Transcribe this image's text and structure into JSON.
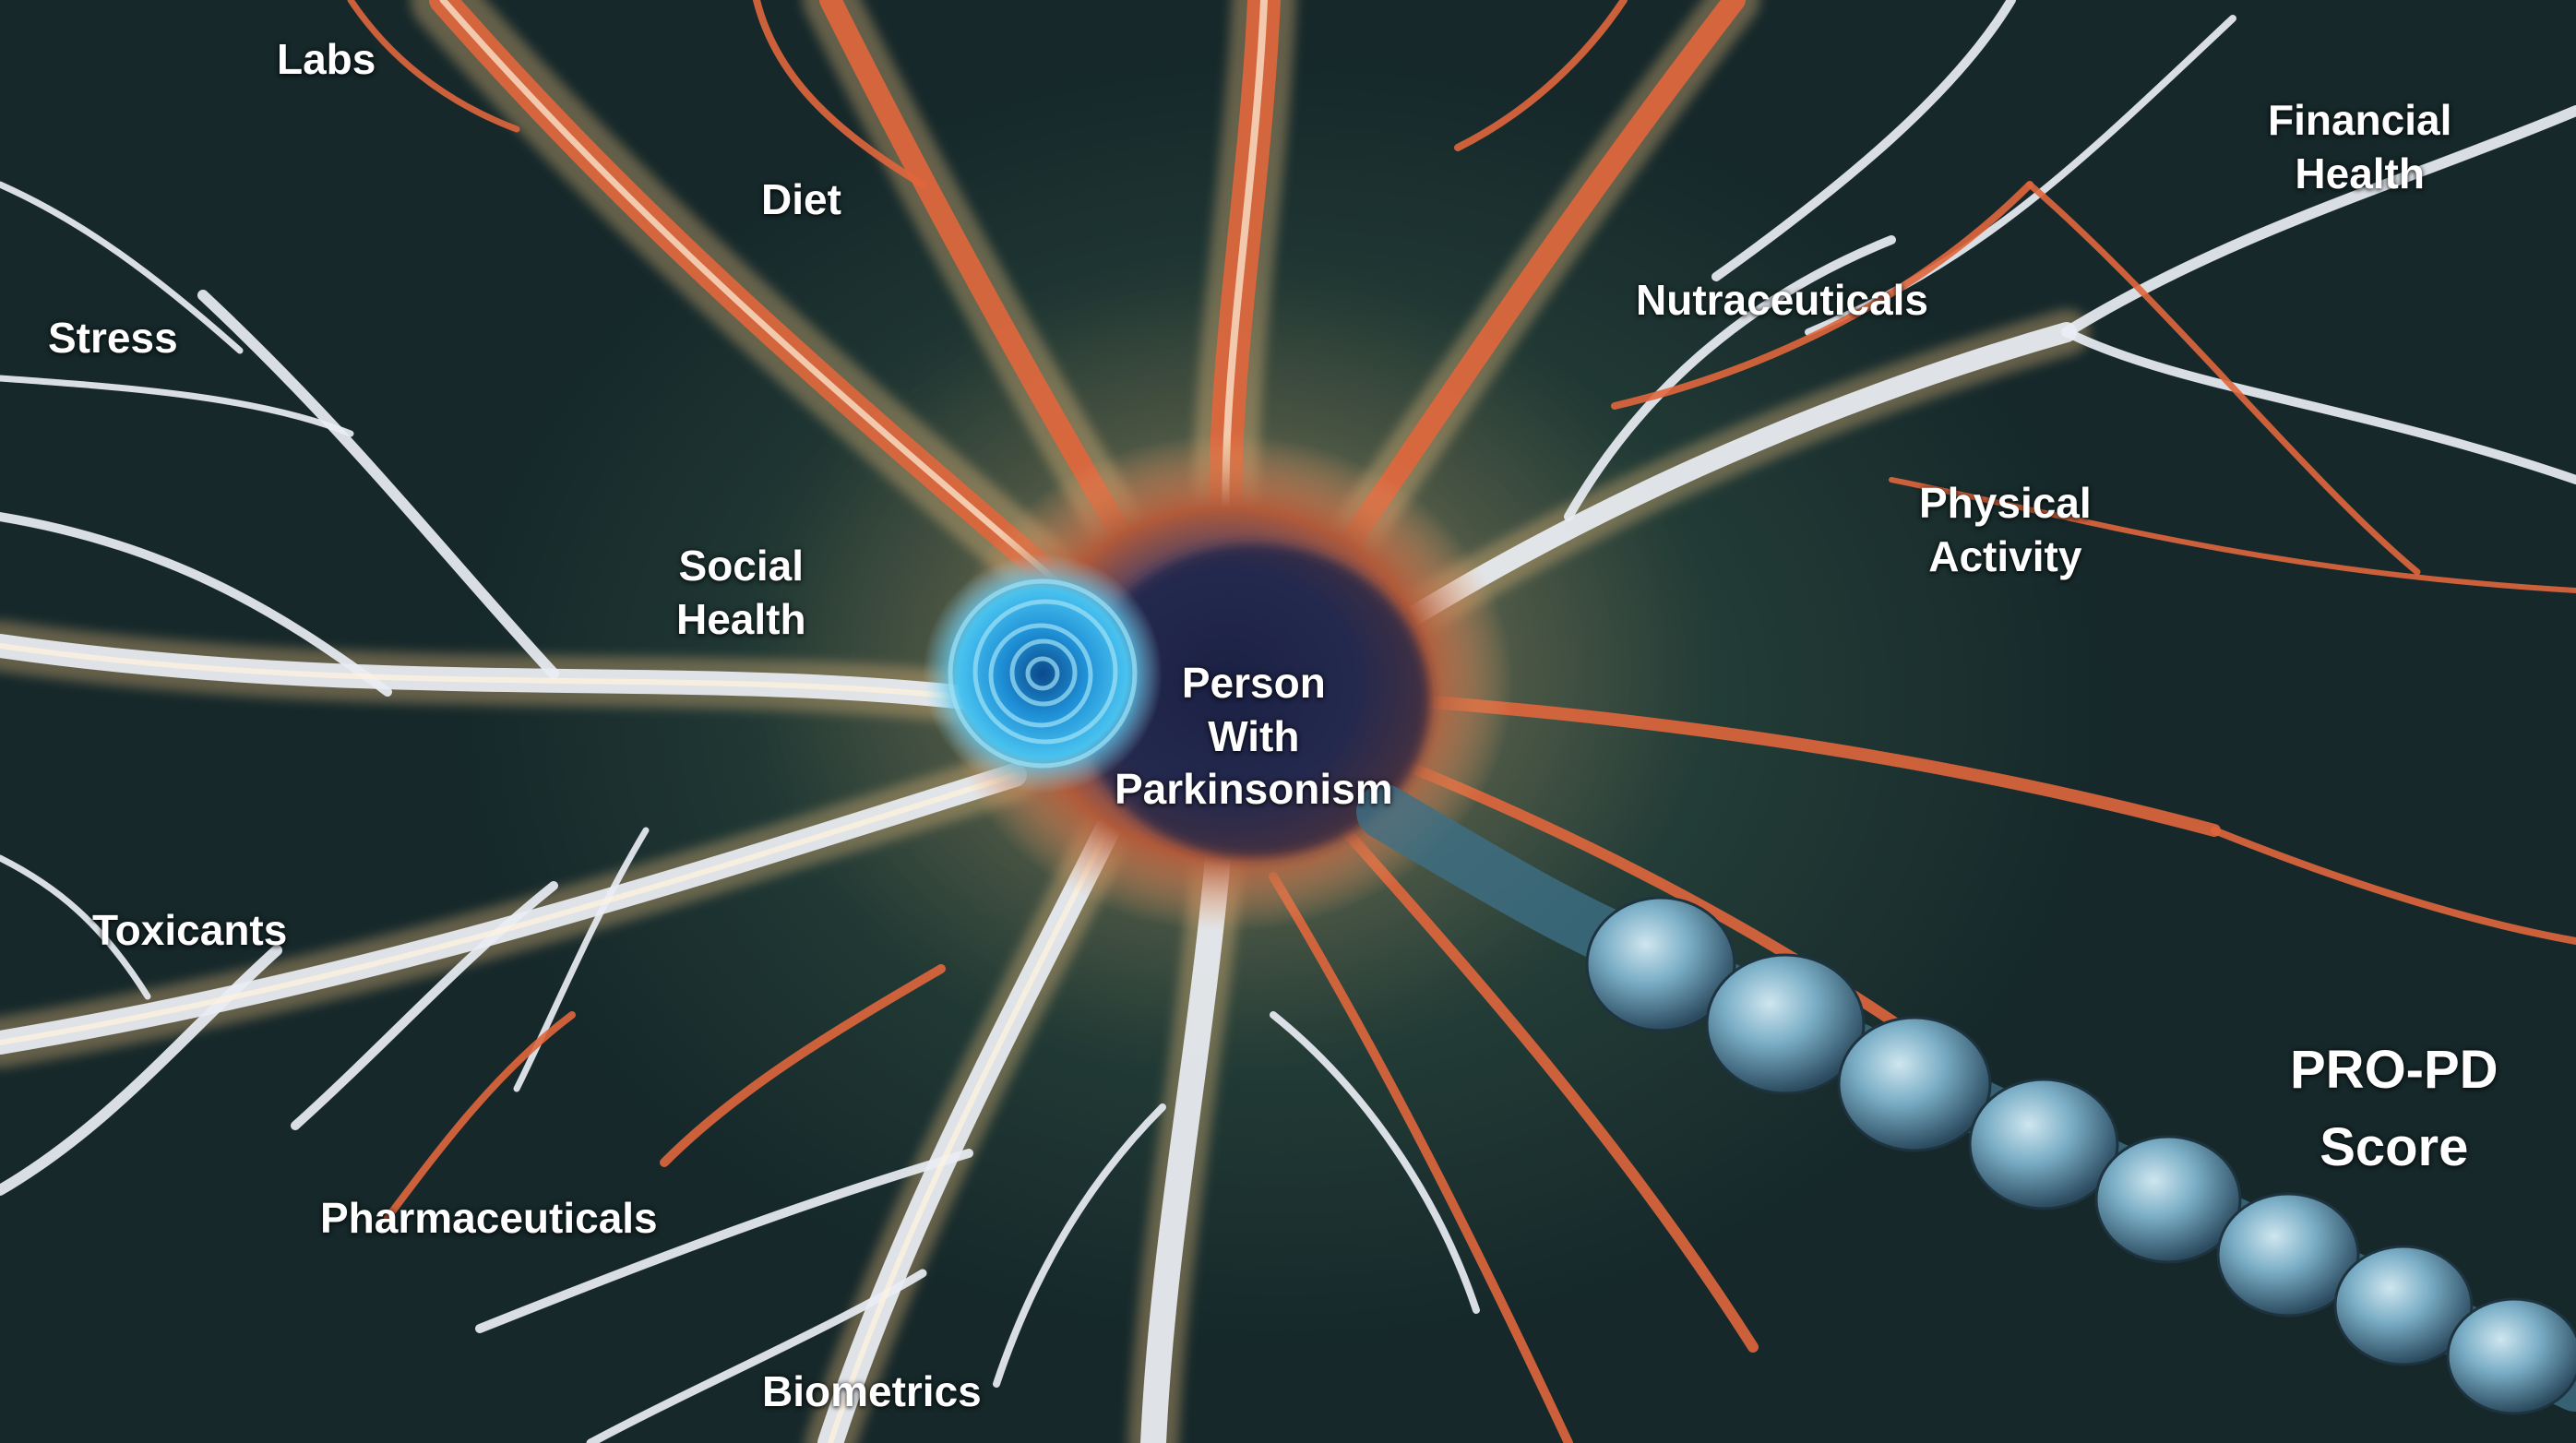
{
  "labels": {
    "labs": "Labs",
    "diet": "Diet",
    "stress": "Stress",
    "social_health": [
      "Social",
      "Health"
    ],
    "toxicants": "Toxicants",
    "pharmaceuticals": "Pharmaceuticals",
    "biometrics": "Biometrics",
    "center": [
      "Person",
      "With",
      "Parkinsonism"
    ],
    "nutraceuticals": "Nutraceuticals",
    "physical_activity": [
      "Physical",
      "Activity"
    ],
    "financial_health": [
      "Financial",
      "Health"
    ],
    "score": [
      "PRO-PD",
      "Score"
    ]
  },
  "colors": {
    "background": "#1d3330",
    "dendrite_glow": "#f3c27a",
    "dendrite_orange": "#e0663c",
    "dendrite_pale": "#e8eef4",
    "soma_dark": "#1b2446",
    "nucleus_blue": "#2fa6e6",
    "axon_bead": "#7fb6cf",
    "text": "#ffffff"
  },
  "image": {
    "subject": "neuron-illustration"
  }
}
